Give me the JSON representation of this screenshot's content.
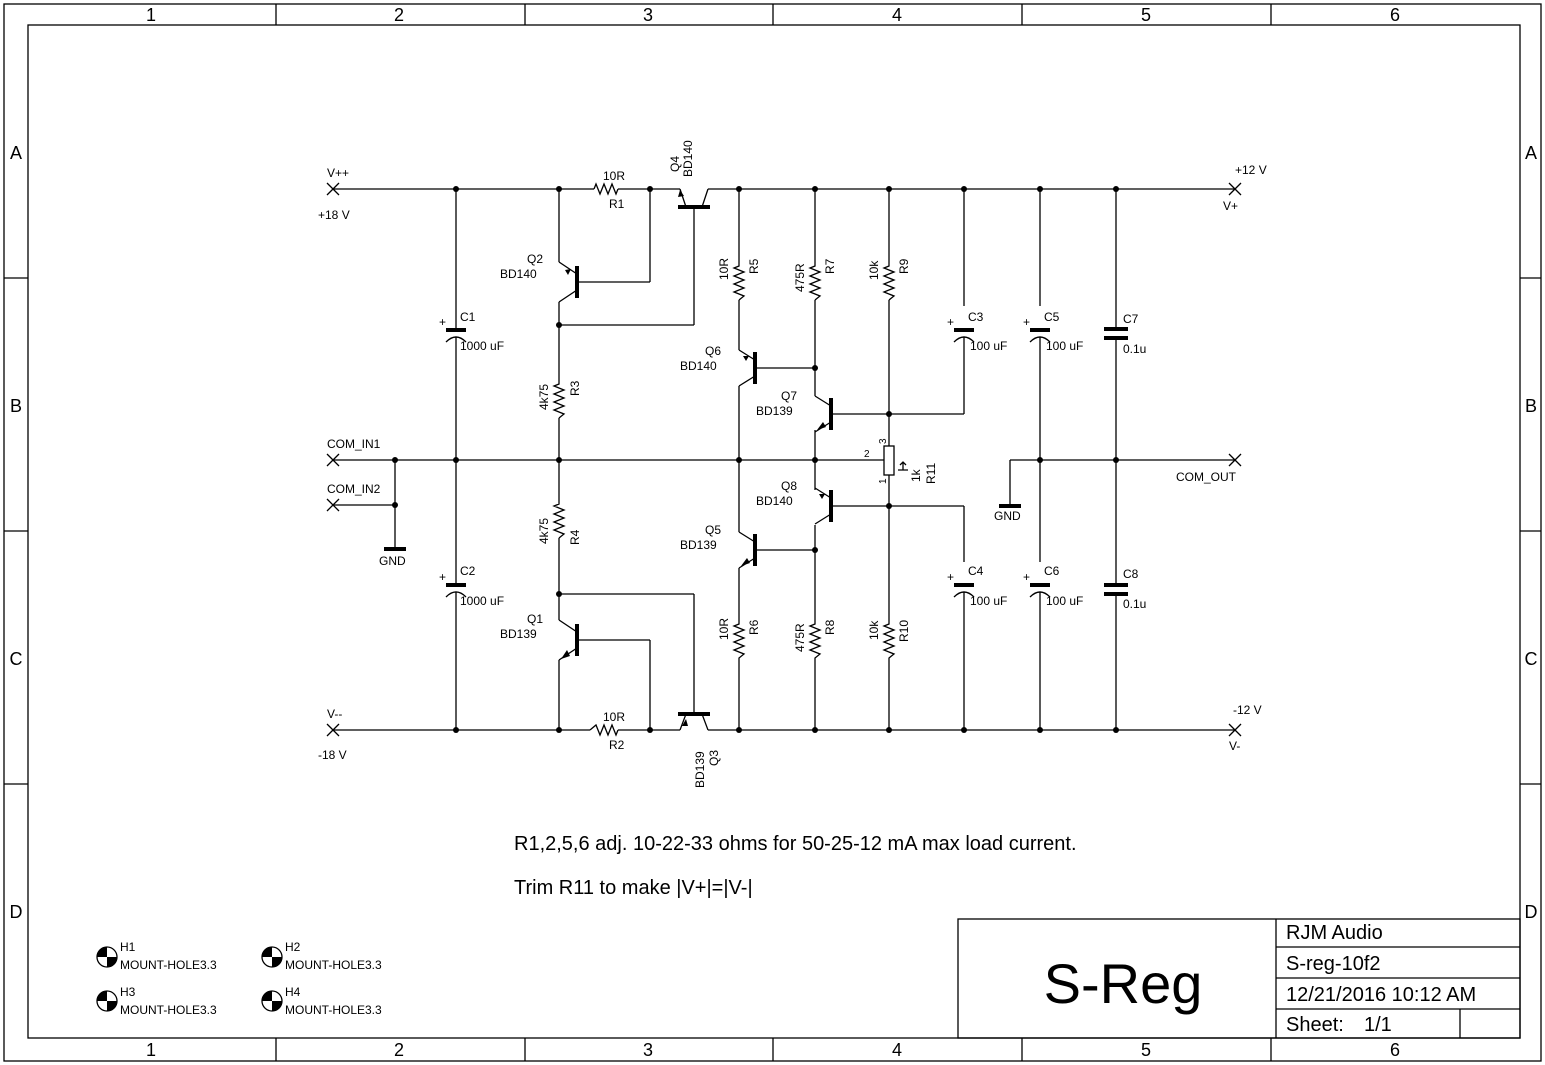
{
  "border": {
    "columns": [
      "1",
      "2",
      "3",
      "4",
      "5",
      "6"
    ],
    "rows": [
      "A",
      "B",
      "C",
      "D"
    ]
  },
  "nets": {
    "vpp": {
      "name": "V++",
      "value": "+18 V"
    },
    "vmm": {
      "name": "V--",
      "value": "-18 V"
    },
    "com_in1": "COM_IN1",
    "com_in2": "COM_IN2",
    "vplus": {
      "value": "+12 V",
      "name": "V+"
    },
    "vminus": {
      "value": "-12 V",
      "name": "V-"
    },
    "com_out": "COM_OUT",
    "gnd": "GND"
  },
  "parts": {
    "R1": {
      "ref": "R1",
      "value": "10R"
    },
    "R2": {
      "ref": "R2",
      "value": "10R"
    },
    "R3": {
      "ref": "R3",
      "value": "4k75"
    },
    "R4": {
      "ref": "R4",
      "value": "4k75"
    },
    "R5": {
      "ref": "R5",
      "value": "10R"
    },
    "R6": {
      "ref": "R6",
      "value": "10R"
    },
    "R7": {
      "ref": "R7",
      "value": "475R"
    },
    "R8": {
      "ref": "R8",
      "value": "475R"
    },
    "R9": {
      "ref": "R9",
      "value": "10k"
    },
    "R10": {
      "ref": "R10",
      "value": "10k"
    },
    "R11": {
      "ref": "R11",
      "value": "1k",
      "pins": [
        "1",
        "2",
        "3"
      ]
    },
    "C1": {
      "ref": "C1",
      "value": "1000 uF"
    },
    "C2": {
      "ref": "C2",
      "value": "1000 uF"
    },
    "C3": {
      "ref": "C3",
      "value": "100 uF"
    },
    "C4": {
      "ref": "C4",
      "value": "100 uF"
    },
    "C5": {
      "ref": "C5",
      "value": "100 uF"
    },
    "C6": {
      "ref": "C6",
      "value": "100 uF"
    },
    "C7": {
      "ref": "C7",
      "value": "0.1u"
    },
    "C8": {
      "ref": "C8",
      "value": "0.1u"
    },
    "Q1": {
      "ref": "Q1",
      "value": "BD139"
    },
    "Q2": {
      "ref": "Q2",
      "value": "BD140"
    },
    "Q3": {
      "ref": "Q3",
      "value": "BD139"
    },
    "Q4": {
      "ref": "Q4",
      "value": "BD140"
    },
    "Q5": {
      "ref": "Q5",
      "value": "BD139"
    },
    "Q6": {
      "ref": "Q6",
      "value": "BD140"
    },
    "Q7": {
      "ref": "Q7",
      "value": "BD139"
    },
    "Q8": {
      "ref": "Q8",
      "value": "BD140"
    },
    "H1": {
      "ref": "H1",
      "value": "MOUNT-HOLE3.3"
    },
    "H2": {
      "ref": "H2",
      "value": "MOUNT-HOLE3.3"
    },
    "H3": {
      "ref": "H3",
      "value": "MOUNT-HOLE3.3"
    },
    "H4": {
      "ref": "H4",
      "value": "MOUNT-HOLE3.3"
    }
  },
  "notes": {
    "line1": "R1,2,5,6 adj. 10-22-33 ohms for 50-25-12 mA max load current.",
    "line2": "Trim R11 to make |V+|=|V-|"
  },
  "title_block": {
    "title": "S-Reg",
    "company": "RJM Audio",
    "document": "S-reg-10f2",
    "datetime": "12/21/2016 10:12 AM",
    "sheet_label": "Sheet:",
    "sheet_value": "1/1"
  }
}
